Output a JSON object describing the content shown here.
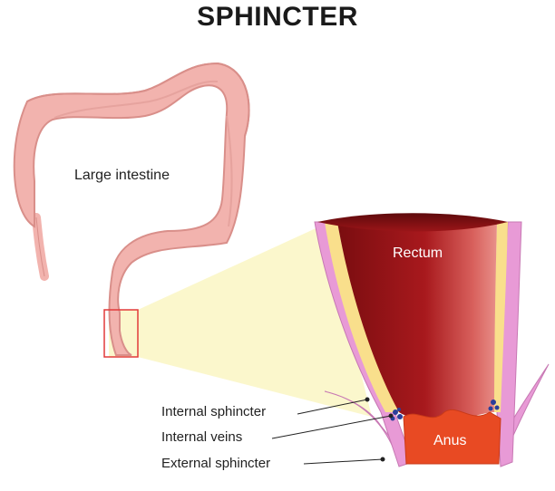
{
  "title": "SPHINCTER",
  "labels": {
    "large_intestine": "Large intestine",
    "rectum": "Rectum",
    "anus": "Anus",
    "internal_sphincter": "Internal sphincter",
    "internal_veins": "Internal veins",
    "external_sphincter": "External sphincter"
  },
  "colors": {
    "intestine": "#f2b3ae",
    "intestine_shade": "#d98f8a",
    "zoom_highlight": "#fbf7c9",
    "zoom_box": "#e23a3a",
    "rectum_dark": "#8f1418",
    "rectum_light": "#e07c78",
    "anus": "#e84a23",
    "muscle_pink": "#e89ad6",
    "fat_yellow": "#f9df8c",
    "vein_blue": "#2b3f9a"
  }
}
